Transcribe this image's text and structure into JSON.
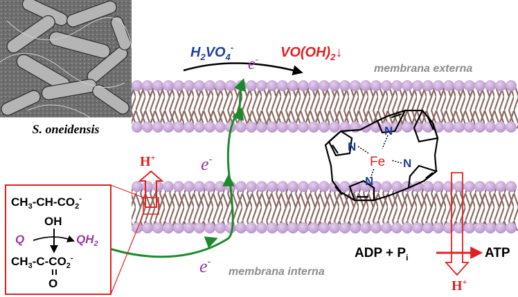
{
  "labels": {
    "species": "S. oneidensis",
    "outer_membrane": "membrana externa",
    "inner_membrane": "membrana interna",
    "electron": "e",
    "electron_charge": "-",
    "proton": "H",
    "proton_charge": "+",
    "vanadate_main": "H",
    "vanadate_sub_2": "2",
    "vanadate_vo": "VO",
    "vanadate_sub_4": "4",
    "vanadate_charge": "-",
    "vanadyl_main": "VO(OH)",
    "vanadyl_sub_2": "2",
    "vanadyl_arrow": "↓",
    "adp": "ADP + P",
    "adp_sub": "i",
    "atp": "ATP",
    "fe": "Fe",
    "n": "N",
    "lactate_line1_a": "CH",
    "lactate_line1_sub3": "3",
    "lactate_line1_b": "-CH-CO",
    "lactate_line1_sub2": "2",
    "lactate_line1_charge": "-",
    "lactate_oh": "OH",
    "quinone": "Q",
    "quinol_main": "QH",
    "quinol_sub": "2",
    "pyruvate_a": "CH",
    "pyruvate_sub3": "3",
    "pyruvate_b": "-C-CO",
    "pyruvate_sub2": "2",
    "pyruvate_charge": "-",
    "pyruvate_o": "O"
  },
  "colors": {
    "membrane_head": "#c8a8d8",
    "membrane_tail": "#8a6a62",
    "electron_path": "#1a8a2a",
    "electron_label": "#8a3aa0",
    "vanadate": "#1f3fa0",
    "vanadyl": "#e02020",
    "proton": "#e02020",
    "box": "#e02020",
    "quinone": "#9a3aa0",
    "membrane_label": "#8c8c8c",
    "nitrogen": "#1f3fa0",
    "iron": "#e02020"
  }
}
